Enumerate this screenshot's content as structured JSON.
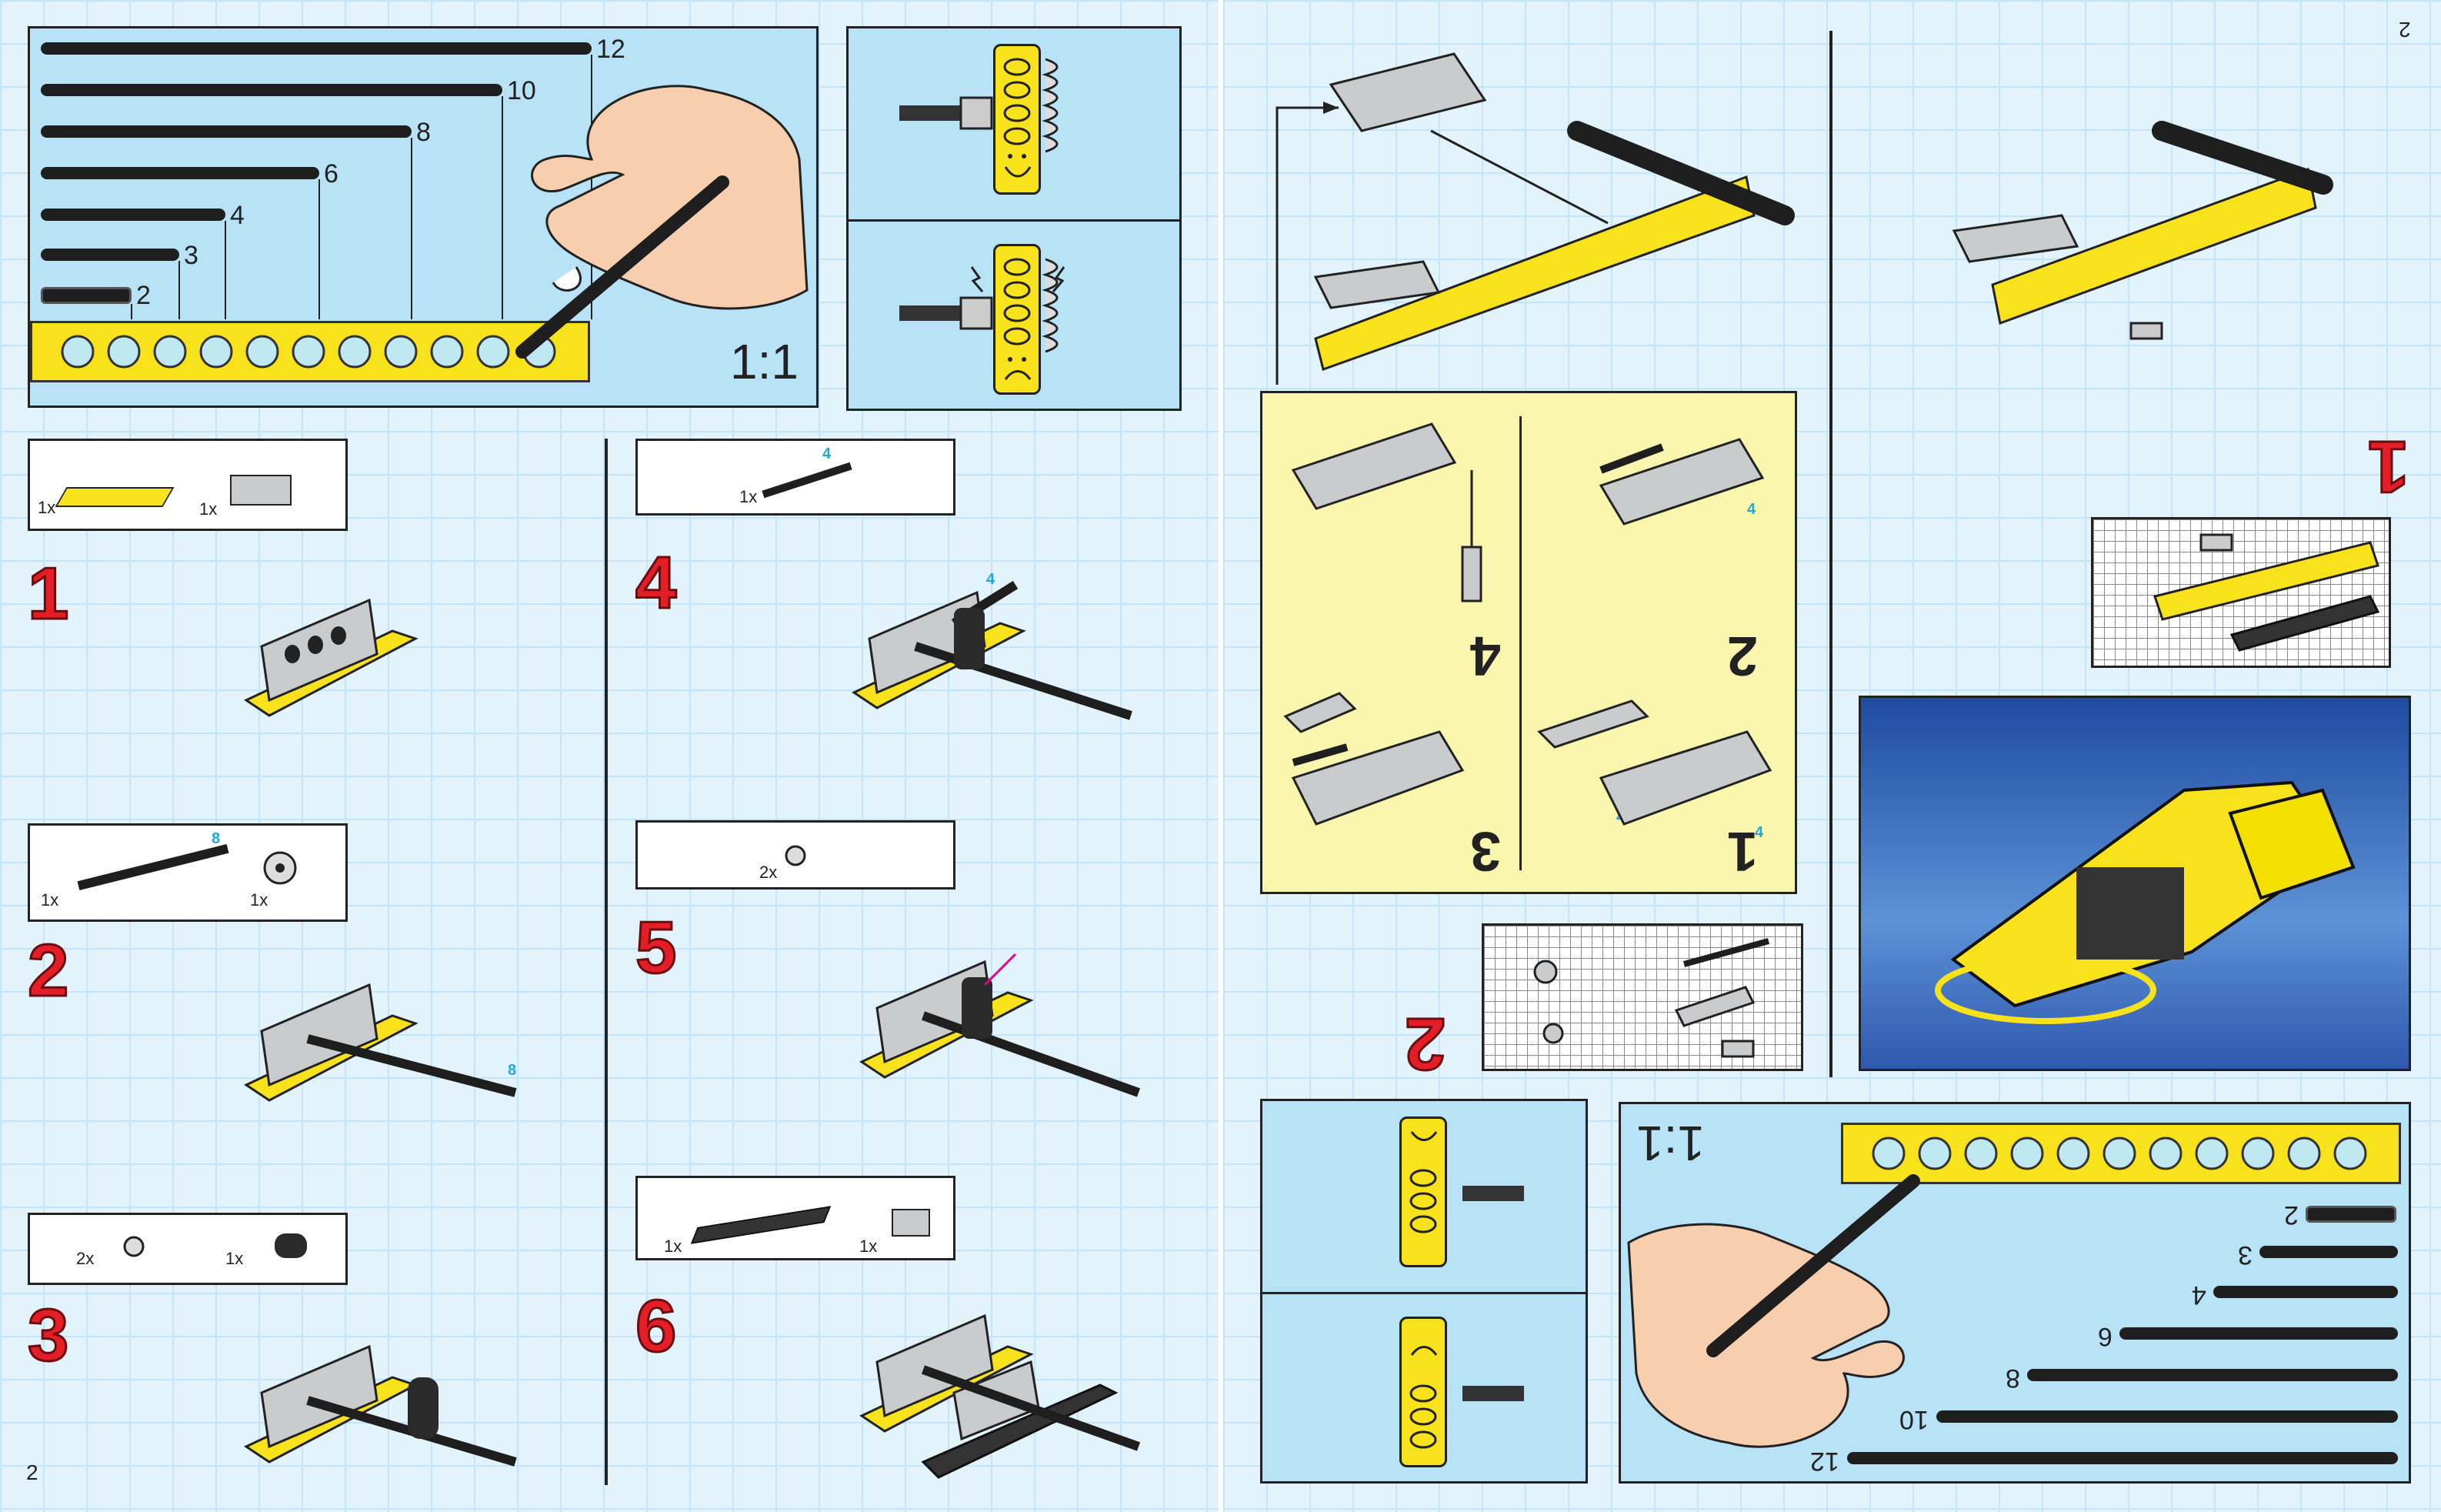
{
  "left_page": {
    "page_number": "2",
    "ruler": {
      "scale": "1:1",
      "lengths": [
        "12",
        "10",
        "8",
        "6",
        "4",
        "3",
        "2"
      ]
    },
    "steps": [
      {
        "number": "1",
        "parts": [
          {
            "qty": "1x"
          },
          {
            "qty": "1x"
          }
        ]
      },
      {
        "number": "2",
        "parts": [
          {
            "qty": "1x",
            "callout": "8"
          },
          {
            "qty": "1x"
          }
        ],
        "callout": "8"
      },
      {
        "number": "3",
        "parts": [
          {
            "qty": "2x"
          },
          {
            "qty": "1x"
          }
        ]
      },
      {
        "number": "4",
        "parts": [
          {
            "qty": "1x",
            "callout": "4"
          }
        ],
        "callout": "4"
      },
      {
        "number": "5",
        "parts": [
          {
            "qty": "2x"
          }
        ]
      },
      {
        "number": "6",
        "parts": [
          {
            "qty": "1x"
          },
          {
            "qty": "1x"
          }
        ]
      }
    ]
  },
  "right_page": {
    "page_number": "2",
    "big_steps": [
      "1",
      "2"
    ],
    "substeps": [
      "4",
      "2",
      "3",
      "1"
    ],
    "sub_callouts": [
      "4",
      "4",
      "4"
    ],
    "ruler": {
      "scale": "1:1",
      "lengths": [
        "2",
        "3",
        "4",
        "6",
        "8",
        "10",
        "12"
      ]
    }
  },
  "colors": {
    "yellow": "#f7e21b",
    "grey": "#c9cbcd",
    "black": "#1e1e1e",
    "red": "#e41e26",
    "blue_bg": "#b8e3f6",
    "callout": "#1da8e0"
  }
}
